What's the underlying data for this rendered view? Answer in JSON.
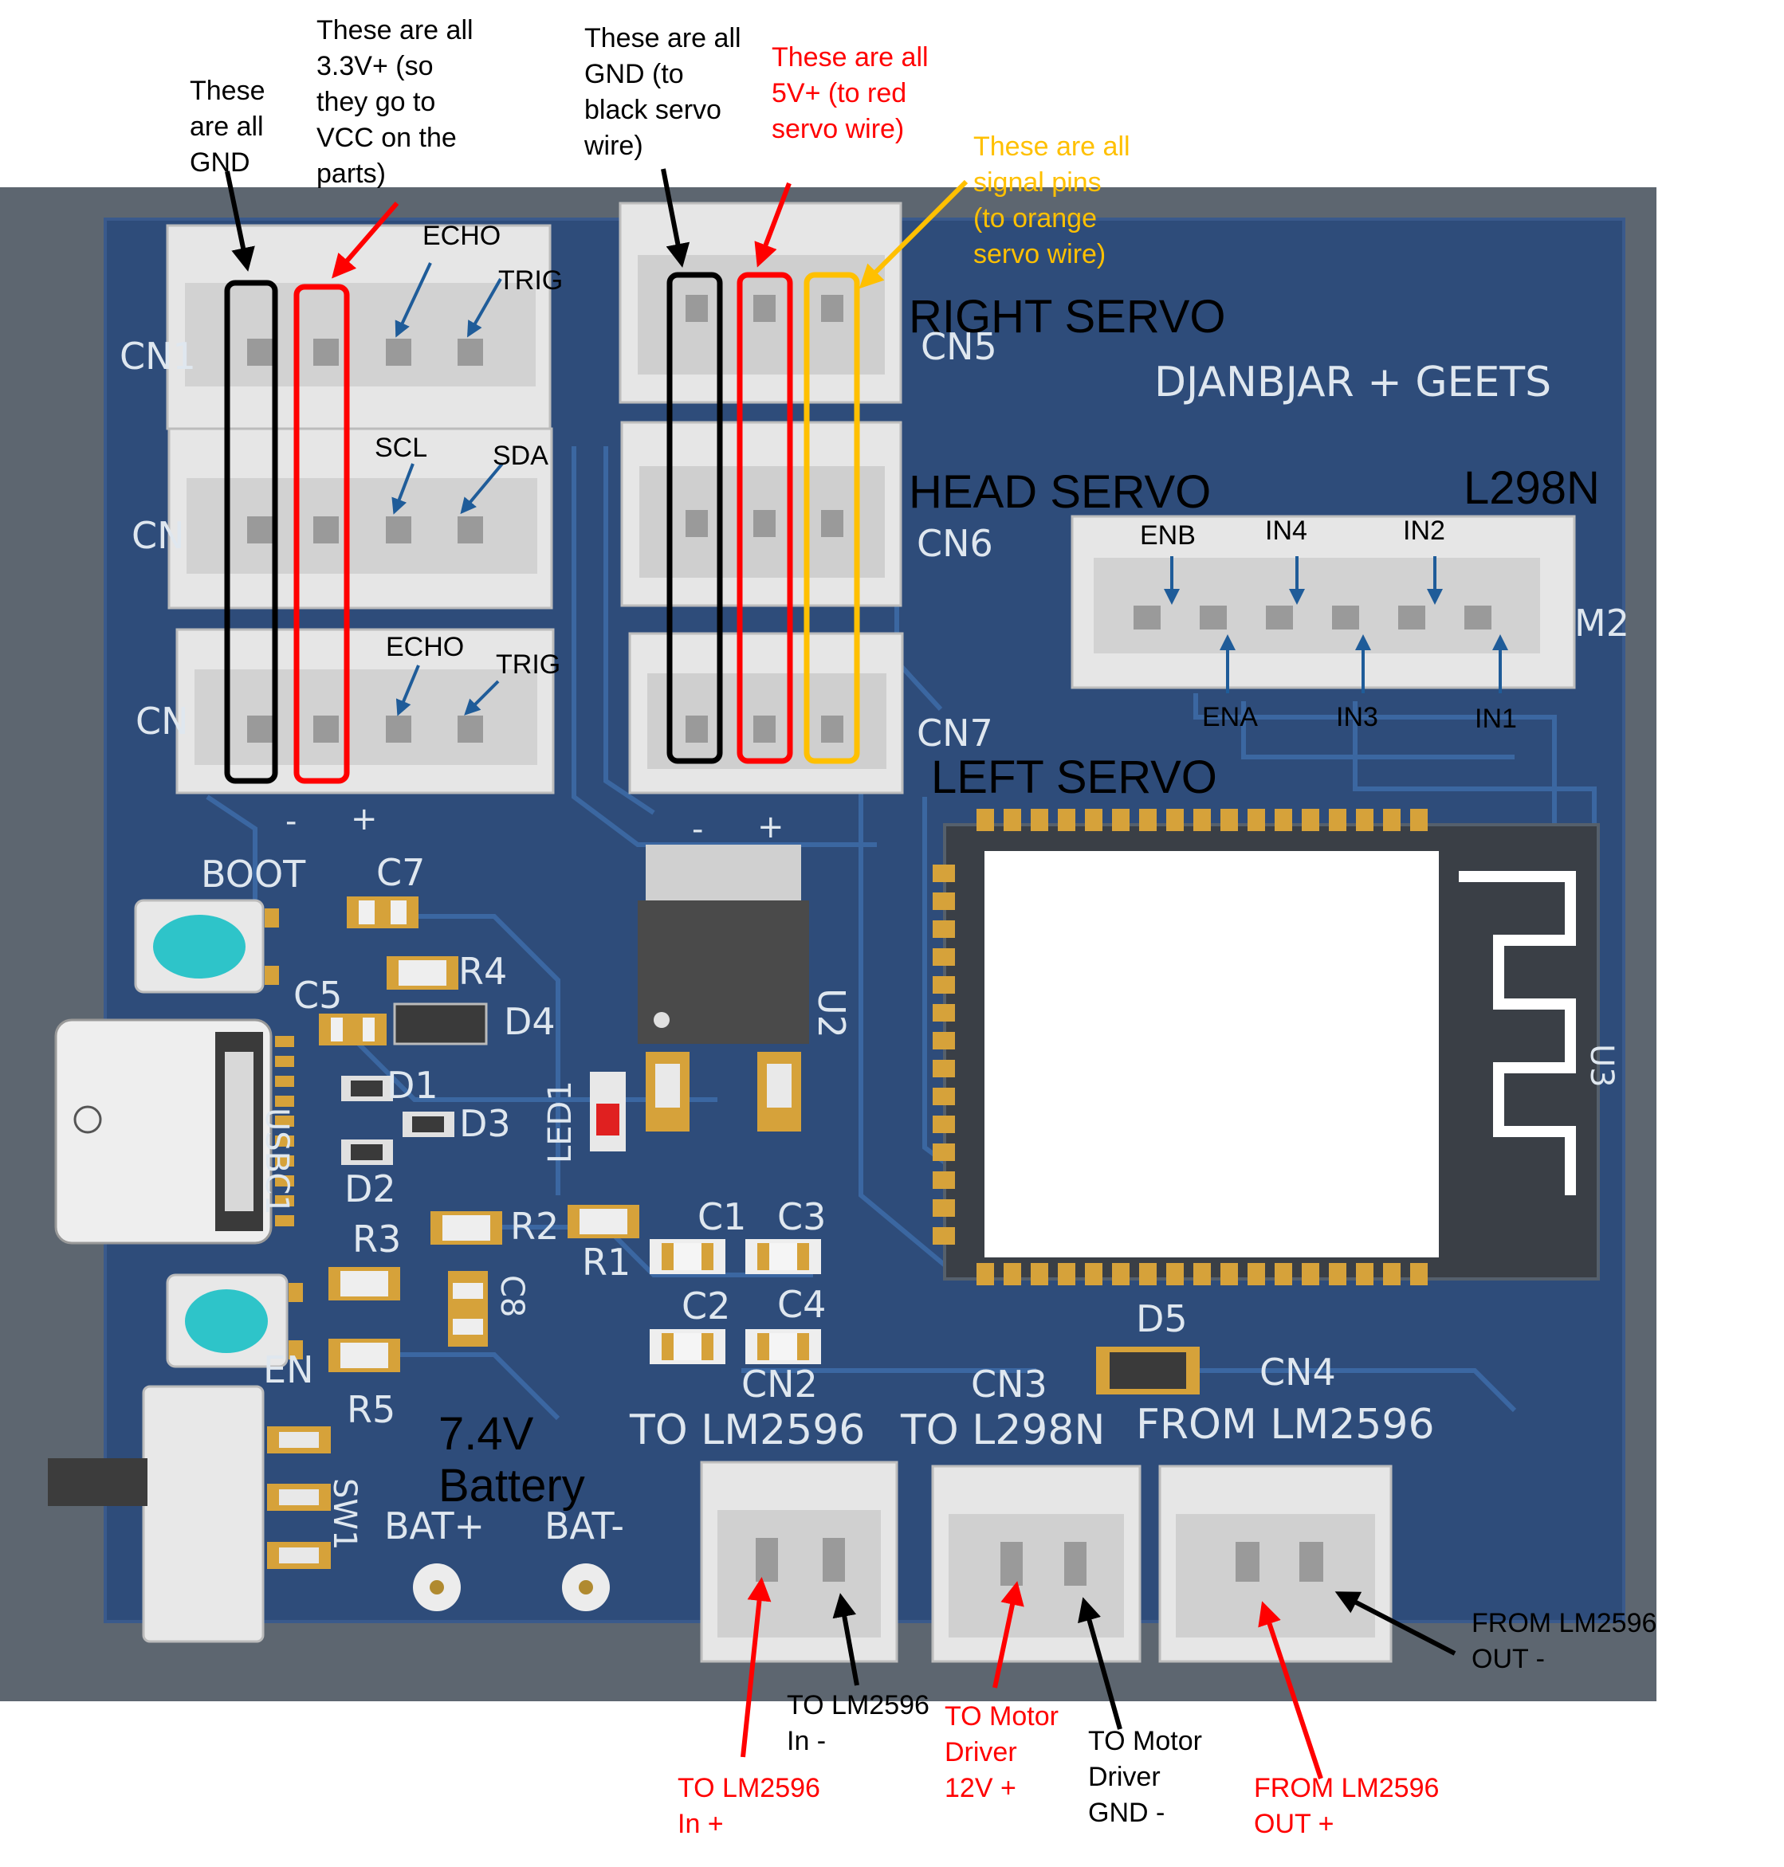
{
  "colors": {
    "board": "#2e4c7a",
    "board_edge": "#5d6670",
    "connector": "#e6e6e6",
    "gnd": "#000000",
    "v33": "#ff0000",
    "v5": "#ff0000",
    "signal": "#ffc000",
    "pin_arrow": "#1f5c99"
  },
  "notes": {
    "gnd_left": "These\nare all\nGND",
    "v33": "These are all\n3.3V+ (so\nthey go to\nVCC on the\nparts)",
    "gnd_servo": "These are all\nGND (to\nblack servo\nwire)",
    "v5_servo": "These are all\n5V+ (to red\nservo wire)",
    "signal_servo": "These are all\nsignal pins\n(to orange\nservo wire)"
  },
  "pins": {
    "echo1": "ECHO",
    "trig1": "TRIG",
    "scl": "SCL",
    "sda": "SDA",
    "echo2": "ECHO",
    "trig2": "TRIG",
    "enb": "ENB",
    "in4": "IN4",
    "in2": "IN2",
    "ena": "ENA",
    "in3": "IN3",
    "in1": "IN1"
  },
  "labels": {
    "right_servo": "RIGHT SERVO",
    "head_servo": "HEAD SERVO",
    "left_servo": "LEFT SERVO",
    "l298n": "L298N",
    "battery": "7.4V\nBattery"
  },
  "silkscreen": {
    "brand": "DJANBJAR + GEETS",
    "cn1": "CN1",
    "cn_2": "CN",
    "cn_3": "CN",
    "cn5": "CN5",
    "cn6": "CN6",
    "cn7": "CN7",
    "m2": "M2",
    "minus1": "-",
    "plus1": "+",
    "minus2": "-",
    "plus2": "+",
    "boot": "BOOT",
    "c7": "C7",
    "r4": "R4",
    "c5": "C5",
    "d4": "D4",
    "d1": "D1",
    "d3": "D3",
    "usbc1": "USBC1",
    "d2": "D2",
    "r3": "R3",
    "r2": "R2",
    "r1": "R1",
    "c8": "C8",
    "led1": "LED1",
    "u2": "U2",
    "u3": "U3",
    "c1": "C1",
    "c3": "C3",
    "c2": "C2",
    "c4": "C4",
    "d5": "D5",
    "en": "EN",
    "r5": "R5",
    "sw1": "SW1",
    "cn2": "CN2",
    "cn3": "CN3",
    "cn4": "CN4",
    "to_lm2596": "TO LM2596",
    "to_l298n": "TO L298N",
    "from_lm2596": "FROM LM2596",
    "bat_plus": "BAT+",
    "bat_minus": "BAT-"
  },
  "callouts": {
    "to_lm_in_minus": "TO LM2596\nIn -",
    "to_lm_in_plus": "TO LM2596\nIn +",
    "to_motor_12v": "TO Motor\nDriver\n12V +",
    "to_motor_gnd": "TO Motor\nDriver\nGND -",
    "from_lm_out_plus": "FROM LM2596\nOUT +",
    "from_lm_out_minus": "FROM LM2596\nOUT -"
  }
}
